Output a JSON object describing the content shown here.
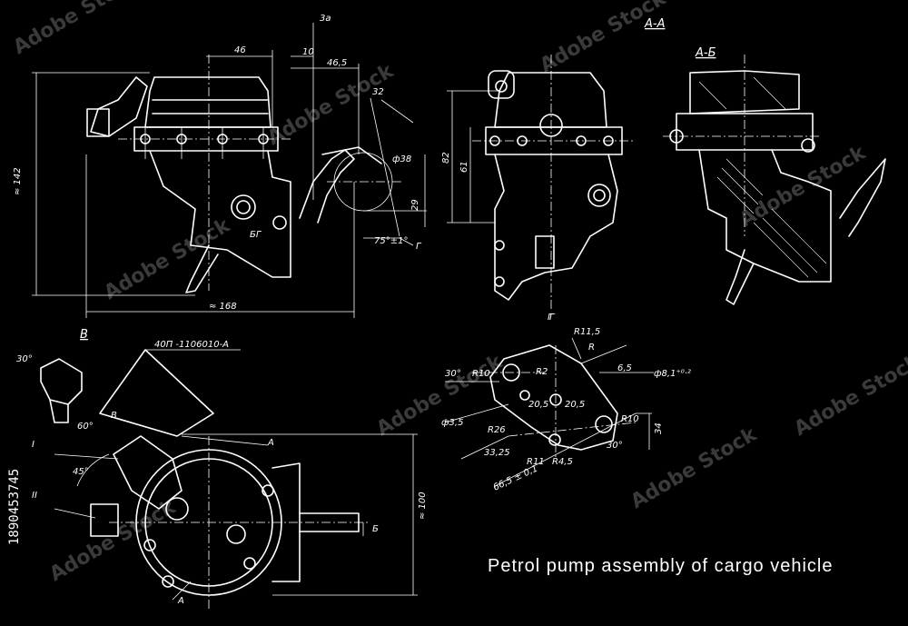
{
  "caption": "Petrol pump assembly of cargo vehicle",
  "stock_id": "1890453745",
  "watermark": "Adobe Stock",
  "section_labels": {
    "aa": "А-А",
    "ab": "А-Б",
    "v": "В",
    "g": "Г",
    "v_arrow": "В",
    "a_top": "А",
    "a_bottom": "А",
    "b_arrow": "Б",
    "g_arrow": "Г",
    "i": "I",
    "ii": "II",
    "bg": "БГ"
  },
  "part_number": "40П -1106010-А",
  "dimensions": {
    "d46": "46",
    "d10": "10",
    "d3a": "3а",
    "d46_5": "46,5",
    "d32": "32",
    "d142": "≈ 142",
    "d168": "≈ 168",
    "d38": "ф38",
    "d29": "29",
    "d75": "75°±1°",
    "d82": "82",
    "d61": "61",
    "d30a": "30°",
    "d60": "60°",
    "d45": "45°",
    "d100": "≈ 100",
    "r11_5": "R11,5",
    "r": "R",
    "r10a": "R10",
    "r2": "R2",
    "d6_5": "6,5",
    "d8_1": "ф8,1⁺⁰·²",
    "d30b": "30°",
    "d20_5a": "20,5",
    "d20_5b": "20,5",
    "d3_5": "ф3,5",
    "r26": "R26",
    "r10b": "R10",
    "d34": "34",
    "d33_25": "33,25",
    "r11": "R11",
    "r4_5": "R4,5",
    "d30c": "30°",
    "d66_5": "66,5 ± 0,1"
  }
}
